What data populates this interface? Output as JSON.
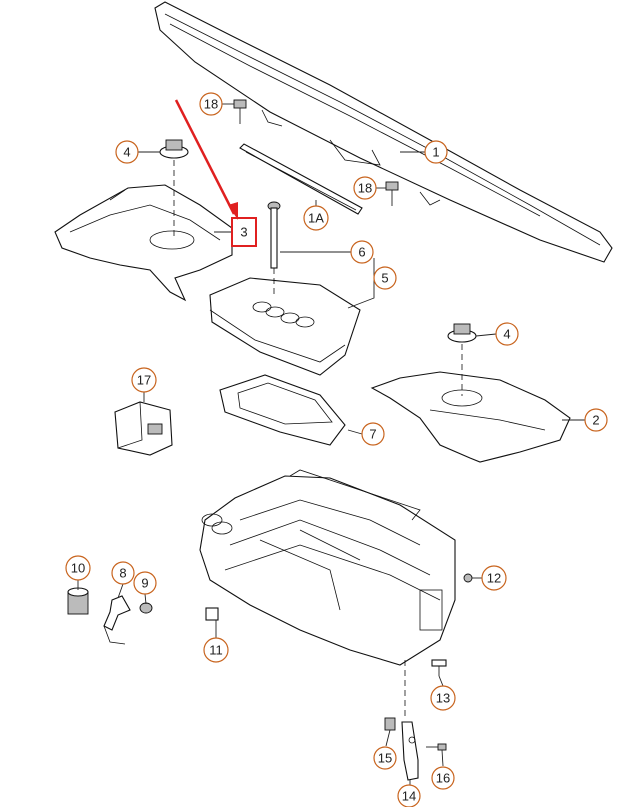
{
  "callouts": {
    "c1": "1",
    "c1a": "1A",
    "c2": "2",
    "c3": "3",
    "c4a": "4",
    "c4b": "4",
    "c5": "5",
    "c6": "6",
    "c7": "7",
    "c8": "8",
    "c9": "9",
    "c10": "10",
    "c11": "11",
    "c12": "12",
    "c13": "13",
    "c14": "14",
    "c15": "15",
    "c16": "16",
    "c17": "17",
    "c18a": "18",
    "c18b": "18"
  },
  "colors": {
    "callout_circle": "#c8641e",
    "highlight_box": "#e02020",
    "highlight_arrow": "#e02020",
    "line_art": "#111111"
  },
  "highlight": {
    "target": "3"
  }
}
